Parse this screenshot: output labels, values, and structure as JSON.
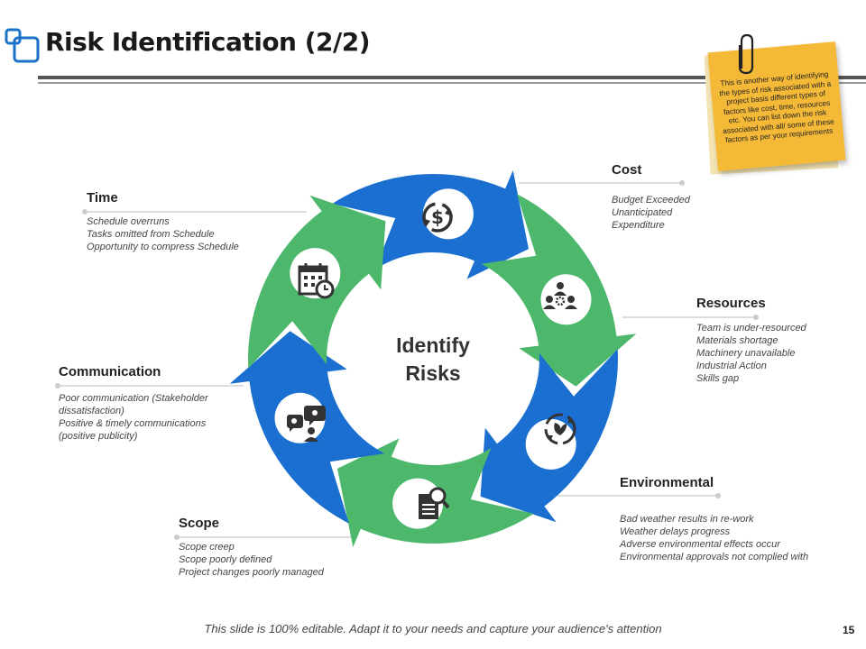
{
  "title": "Risk Identification (2/2)",
  "center": {
    "line1": "Identify",
    "line2": "Risks"
  },
  "note": {
    "text": "This is another way of identifying the types of risk associated with a project basis different types of factors like cost, time, resources etc. You can list down the risk associated with all/ some of these factors as per your requirements"
  },
  "categories": {
    "cost": {
      "label": "Cost",
      "items": [
        "Budget Exceeded",
        "Unanticipated",
        "Expenditure"
      ]
    },
    "resources": {
      "label": "Resources",
      "items": [
        "Team is under-resourced",
        "Materials shortage",
        "Machinery unavailable",
        "Industrial Action",
        "Skills gap"
      ]
    },
    "environmental": {
      "label": "Environmental",
      "items": [
        "Bad weather results in re-work",
        "Weather delays progress",
        "Adverse environmental effects occur",
        "Environmental approvals not complied with"
      ]
    },
    "scope": {
      "label": "Scope",
      "items": [
        "Scope creep",
        "Scope poorly defined",
        "Project changes poorly managed"
      ]
    },
    "communication": {
      "label": "Communication",
      "items": [
        "Poor communication (Stakeholder",
        "dissatisfaction)",
        "Positive & timely communications",
        "(positive publicity)"
      ]
    },
    "time": {
      "label": "Time",
      "items": [
        "Schedule overruns",
        "Tasks omitted from Schedule",
        "Opportunity to compress Schedule"
      ]
    }
  },
  "icons": [
    "dollar-cycle-icon",
    "team-gear-icon",
    "eco-recycle-icon",
    "document-search-icon",
    "people-chat-icon",
    "calendar-clock-icon"
  ],
  "colors": {
    "blue": "#1a6fd0",
    "green": "#4db86c",
    "note": "#f5b938",
    "logo": "#1a73c8"
  },
  "footer": "This slide is 100% editable. Adapt it to your needs and capture your audience's attention",
  "page_number": "15"
}
